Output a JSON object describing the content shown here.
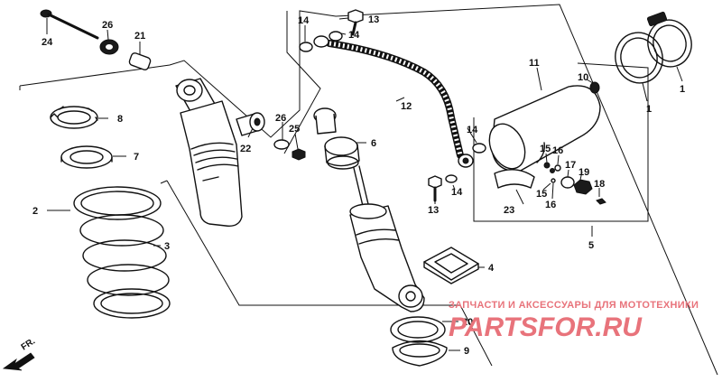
{
  "callouts": {
    "c1a": "1",
    "c1b": "1",
    "c2": "2",
    "c3": "3",
    "c4": "4",
    "c5": "5",
    "c6": "6",
    "c7": "7",
    "c8": "8",
    "c9": "9",
    "c10": "10",
    "c11": "11",
    "c12": "12",
    "c13a": "13",
    "c13b": "13",
    "c14a": "14",
    "c14b": "14",
    "c14c": "14",
    "c14d": "14",
    "c15a": "15",
    "c15b": "15",
    "c16a": "16",
    "c16b": "16",
    "c17": "17",
    "c18": "18",
    "c19": "19",
    "c20": "20",
    "c21": "21",
    "c22": "22",
    "c23": "23",
    "c24": "24",
    "c25": "25",
    "c26a": "26",
    "c26b": "26"
  },
  "direction_label": "FR.",
  "watermark": {
    "tagline": "ЗАПЧАСТИ И АКСЕССУАРЫ ДЛЯ МОТОТЕХНИКИ",
    "brand": "PARTSFOR.RU",
    "color": "#e8737b"
  }
}
